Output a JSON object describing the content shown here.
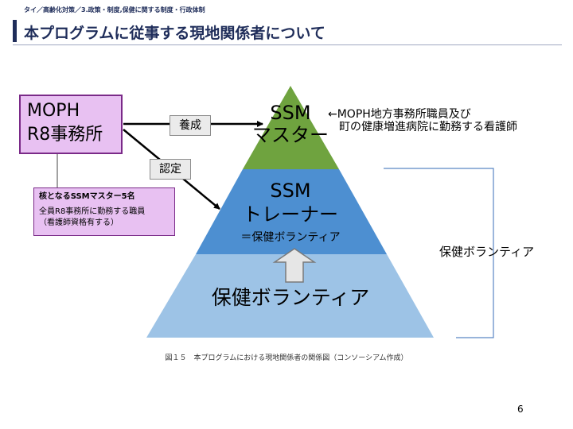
{
  "header": {
    "breadcrumb": "タイ／高齢化対策／3.政策・制度,保健に関する制度・行政体制",
    "title": "本プログラムに従事する現地関係者について"
  },
  "moph_box": {
    "line1": "MOPH",
    "line2": "R8事務所"
  },
  "core_box": {
    "title": "核となるSSMマスター5名",
    "line1": "全員R8事務所に勤務する職員",
    "line2": "（看護師資格有する）"
  },
  "arrows": {
    "yosei": "養成",
    "nintei": "認定"
  },
  "pyramid": {
    "top": {
      "line1": "SSM",
      "line2": "マスター"
    },
    "middle": {
      "line1": "SSM",
      "line2": "トレーナー",
      "line3": "＝保健ボランティア"
    },
    "bottom": {
      "label": "保健ボランティア"
    }
  },
  "moph_note": {
    "line1": "←MOPH地方事務所職員及び",
    "line2": "　町の健康増進病院に勤務する看護師"
  },
  "side_label": "保健ボランティア",
  "caption": "図１５　本プログラムにおける現地関係者の関係図（コンソーシアム作成）",
  "page_number": "6",
  "colors": {
    "top_tier": "#6fa33f",
    "middle_tier": "#4d8fd1",
    "bottom_tier": "#9dc3e6",
    "box_fill": "#e8c1f2",
    "box_border": "#7a2a88",
    "title_color": "#1f2d5a"
  }
}
